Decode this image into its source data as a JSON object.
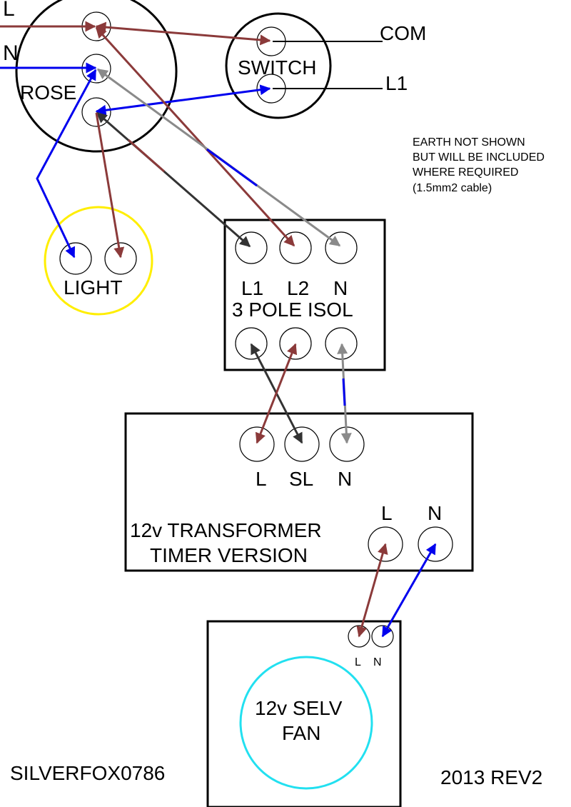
{
  "incoming": {
    "live_label": "L",
    "neutral_label": "N"
  },
  "rose": {
    "title": "ROSE"
  },
  "switch": {
    "title": "SWITCH",
    "com_label": "COM",
    "l1_label": "L1"
  },
  "note": {
    "line1": "EARTH NOT SHOWN",
    "line2": "BUT WILL BE INCLUDED",
    "line3": "WHERE REQUIRED",
    "line4": "(1.5mm2 cable)"
  },
  "light": {
    "title": "LIGHT"
  },
  "isolator": {
    "title": "3 POLE ISOL",
    "t1": "L1",
    "t2": "L2",
    "t3": "N"
  },
  "transformer": {
    "title_line1": "12v TRANSFORMER",
    "title_line2": "TIMER VERSION",
    "in_l": "L",
    "in_sl": "SL",
    "in_n": "N",
    "out_l": "L",
    "out_n": "N"
  },
  "fan": {
    "title_line1": "12v SELV",
    "title_line2": "FAN",
    "t_l": "L",
    "t_n": "N"
  },
  "footer": {
    "author": "SILVERFOX0786",
    "revision": "2013 REV2"
  },
  "colors": {
    "live": "#8b3a3a",
    "neutral": "#0000ee",
    "switched_live": "#333333",
    "neutral_grey": "#8a8a8a",
    "light_ring": "#ffee00",
    "fan_ring": "#22e0f0"
  }
}
